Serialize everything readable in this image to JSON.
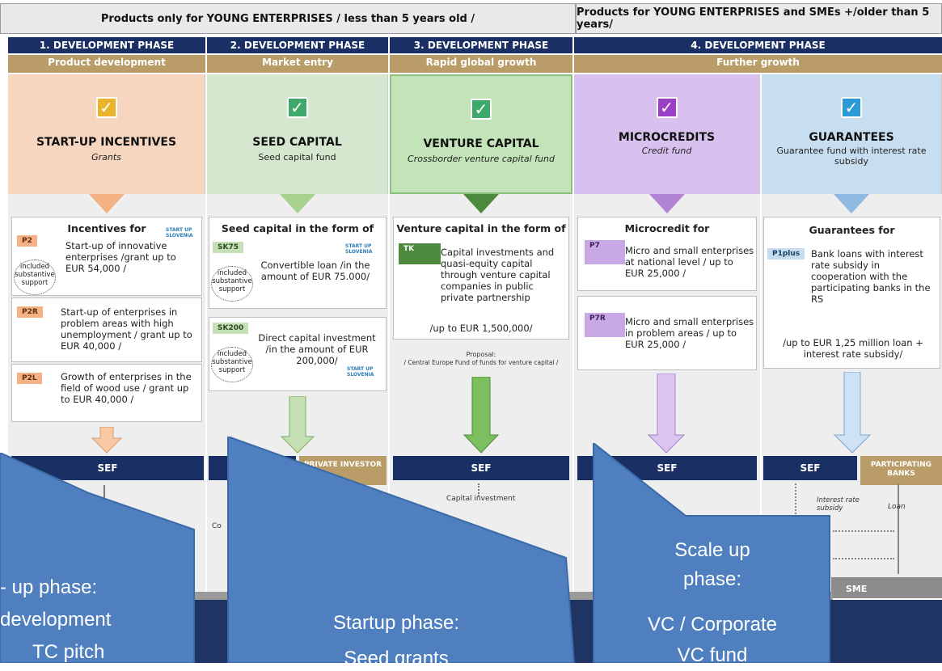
{
  "header": {
    "left": "Products only for YOUNG ENTERPRISES / less than 5 years old /",
    "right": "Products for YOUNG ENTERPRISES and SMEs +/older than 5 years/"
  },
  "phases": [
    {
      "label": "1. DEVELOPMENT PHASE",
      "sub": "Product development"
    },
    {
      "label": "2. DEVELOPMENT PHASE",
      "sub": "Market entry"
    },
    {
      "label": "3. DEVELOPMENT PHASE",
      "sub": "Rapid global growth"
    },
    {
      "label": "4. DEVELOPMENT PHASE",
      "sub": "Further growth"
    }
  ],
  "products": [
    {
      "title": "START-UP INCENTIVES",
      "subtitle": "Grants",
      "color": "#f7d6bf",
      "check": "#e9b42c"
    },
    {
      "title": "SEED CAPITAL",
      "subtitle": "Seed capital fund",
      "color": "#d5e8cf",
      "check": "#3fa86b"
    },
    {
      "title": "VENTURE CAPITAL",
      "subtitle": "Crossborder venture capital fund",
      "color": "#c3e4b8",
      "check": "#3fa86b"
    },
    {
      "title": "MICROCREDITS",
      "subtitle": "Credit fund",
      "color": "#d9c1ef",
      "check": "#9b3fc7"
    },
    {
      "title": "GUARANTEES",
      "subtitle": "Guarantee fund with interest rate subsidy",
      "color": "#c7def1",
      "check": "#2b9ad6"
    }
  ],
  "boxes": {
    "incentives": {
      "title": "Incentives for",
      "items": [
        {
          "code": "P2",
          "text": "Start-up of innovative enterprises /grant up to EUR 54,000 /"
        },
        {
          "code": "P2R",
          "text": "Start-up of enterprises in problem areas with high unemployment / grant up to EUR 40,000 /"
        },
        {
          "code": "P2L",
          "text": "Growth of enterprises in the field of wood use / grant up to EUR 40,000 /"
        }
      ]
    },
    "seed": {
      "title": "Seed capital in the form of",
      "items": [
        {
          "code": "SK75",
          "text": "Convertible loan /in the amount of EUR 75.000/"
        },
        {
          "code": "SK200",
          "text": "Direct capital investment /in the amount of EUR 200,000/"
        }
      ]
    },
    "venture": {
      "title": "Venture capital in the form of",
      "code": "TK",
      "text": "Capital investments and quasi-equity capital through venture capital companies in public private partnership",
      "amount": "/up to EUR 1,500,000/",
      "proposal_label": "Proposal:",
      "proposal": "/ Central Europe Fund of funds for venture capital /"
    },
    "micro": {
      "title": "Microcredit for",
      "items": [
        {
          "code": "P7",
          "text": "Micro and small enterprises at national level / up to EUR 25,000 /"
        },
        {
          "code": "P7R",
          "text": "Micro and small enterprises in problem areas / up to EUR 25,000 /"
        }
      ]
    },
    "guarantees": {
      "title": "Guarantees for",
      "code": "P1plus",
      "text": "Bank loans with interest rate subsidy in cooperation with the participating banks in the RS",
      "amount": "/up to EUR 1,25 million loan + interest rate subsidy/"
    }
  },
  "oval_label": "included substantive support",
  "logo_text": "START UP SLOVENIA",
  "bottom": {
    "sef": "SEF",
    "private": "PRIVATE INVESTOR",
    "banks": "PARTICIPATING BANKS",
    "sme": "SME",
    "interest": "Interest rate subsidy",
    "loan": "Loan",
    "capital": "Capital investment",
    "co": "Co"
  },
  "callouts": {
    "left": [
      "- up phase:",
      "development",
      "TC pitch"
    ],
    "middle": [
      "Startup phase:",
      "Seed grants"
    ],
    "right": [
      "Scale up",
      "phase:",
      "VC / Corporate",
      "VC fund"
    ]
  }
}
